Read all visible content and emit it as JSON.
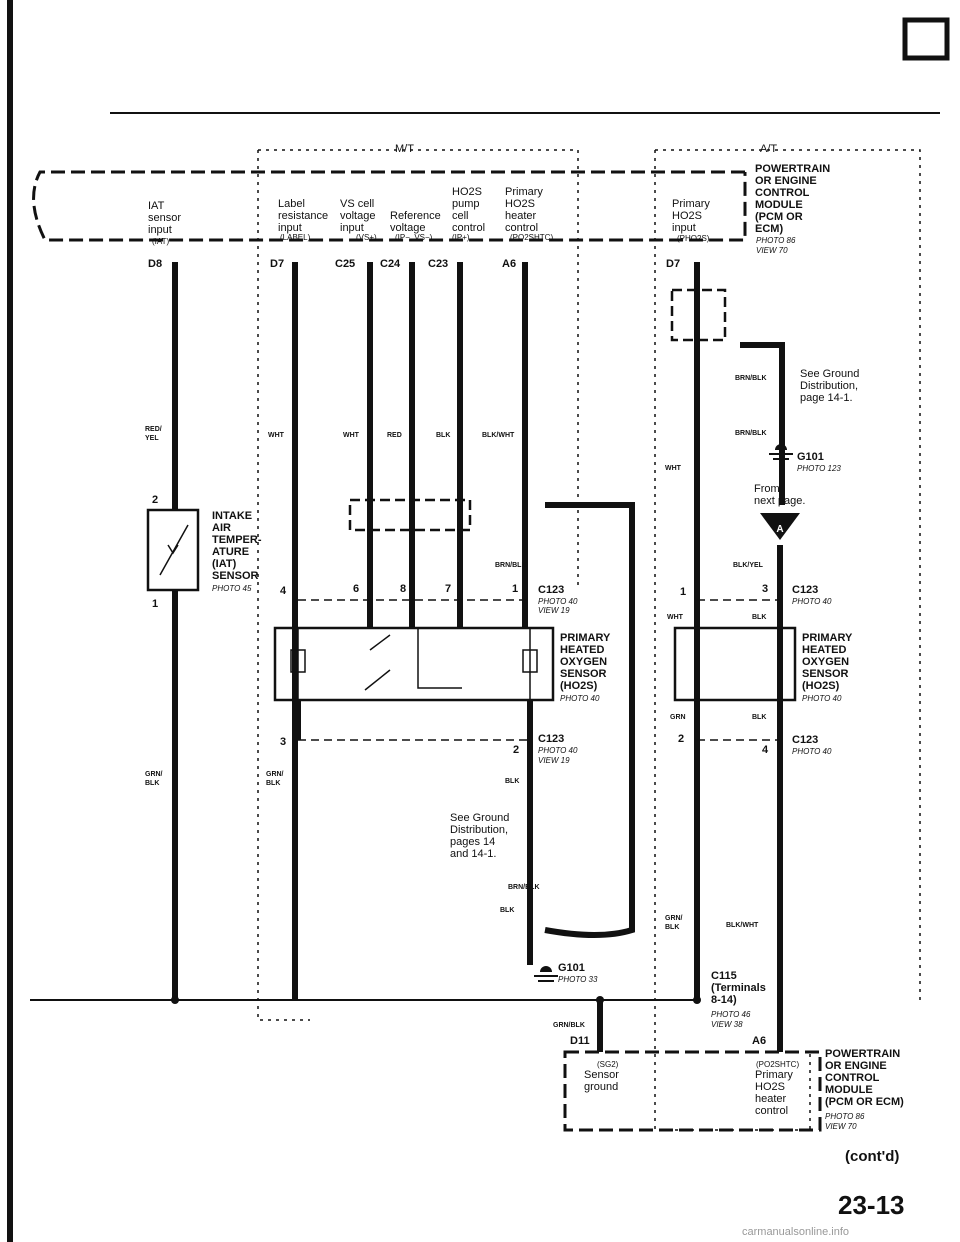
{
  "page_number": "23-13",
  "continued": "(cont'd)",
  "watermark": "carmanualsonline.info",
  "sections": {
    "mt": "M/T",
    "at": "A/T"
  },
  "pcm_top": {
    "title": [
      "POWERTRAIN",
      "OR ENGINE",
      "CONTROL",
      "MODULE",
      "(PCM OR",
      "ECM)"
    ],
    "photo": "PHOTO 86",
    "view": "VIEW 70",
    "terminals": [
      {
        "text": "IAT\nsensor\ninput",
        "code": "(IAT)",
        "pin": "D8"
      },
      {
        "text": "Label\nresistance\ninput",
        "code": "(LABEL)",
        "pin": "D7"
      },
      {
        "text": "VS cell\nvoltage\ninput",
        "code": "(VS+)",
        "pin": "C25"
      },
      {
        "text": "Reference\nvoltage",
        "code": "(IP−, VS−)",
        "pin": "C24"
      },
      {
        "text": "HO2S\npump\ncell\ncontrol",
        "code": "(IP+)",
        "pin": "C23"
      },
      {
        "text": "Primary\nHO2S\nheater\ncontrol",
        "code": "(PO2SHTC)",
        "pin": "A6"
      },
      {
        "text": "Primary\nHO2S\ninput",
        "code": "(PHO2S)",
        "pin": "D7"
      }
    ]
  },
  "wires": {
    "red_yel": "RED/\nYEL",
    "wht": "WHT",
    "red": "RED",
    "blk": "BLK",
    "blk_wht": "BLK/WHT",
    "brn_blk": "BRN/BLK",
    "grn_blk": "GRN/\nBLK",
    "grn_blk2": "GRN/BLK",
    "blk_yel": "BLK/YEL",
    "grn": "GRN",
    "blkwht": "BLK/WHT"
  },
  "iat_sensor": {
    "title": "INTAKE\nAIR\nTEMPER-\nATURE\n(IAT)\nSENSOR",
    "photo": "PHOTO 45",
    "pin_top": "2",
    "pin_bottom": "1"
  },
  "ho2s_mt": {
    "title": "PRIMARY\nHEATED\nOXYGEN\nSENSOR\n(HO2S)",
    "photo": "PHOTO 40",
    "conn_top": "C123",
    "conn_top_photo": "PHOTO 40",
    "conn_top_view": "VIEW 19",
    "conn_bot": "C123",
    "conn_bot_photo": "PHOTO 40",
    "conn_bot_view": "VIEW 19",
    "pins_top": [
      "4",
      "6",
      "8",
      "7",
      "1"
    ],
    "pins_bottom": [
      "3",
      "2"
    ]
  },
  "ho2s_at": {
    "title": "PRIMARY\nHEATED\nOXYGEN\nSENSOR\n(HO2S)",
    "photo": "PHOTO 40",
    "conn_top": "C123",
    "conn_top_photo": "PHOTO 40",
    "conn_bot": "C123",
    "conn_bot_photo": "PHOTO 40",
    "pins_top": [
      "1",
      "3"
    ],
    "pins_bottom": [
      "2",
      "4"
    ]
  },
  "ground_mt": {
    "note": "See Ground\nDistribution,\npages 14\nand 14-1.",
    "id": "G101",
    "photo": "PHOTO 33"
  },
  "ground_at": {
    "note": "See Ground\nDistribution,\npage 14-1.",
    "id": "G101",
    "photo": "PHOTO 123"
  },
  "from_next": {
    "text": "From\nnext page.",
    "marker": "A"
  },
  "c115": {
    "text": "C115\n(Terminals\n8-14)",
    "photo": "PHOTO 46",
    "view": "VIEW 38"
  },
  "pcm_bottom": {
    "title": [
      "POWERTRAIN",
      "OR ENGINE",
      "CONTROL",
      "MODULE",
      "(PCM OR ECM)"
    ],
    "photo": "PHOTO 86",
    "view": "VIEW 70",
    "t1": {
      "code": "(SG2)",
      "text": "Sensor\nground",
      "pin": "D11"
    },
    "t2": {
      "code": "(PO2SHTC)",
      "text": "Primary\nHO2S\nheater\ncontrol",
      "pin": "A6"
    }
  }
}
